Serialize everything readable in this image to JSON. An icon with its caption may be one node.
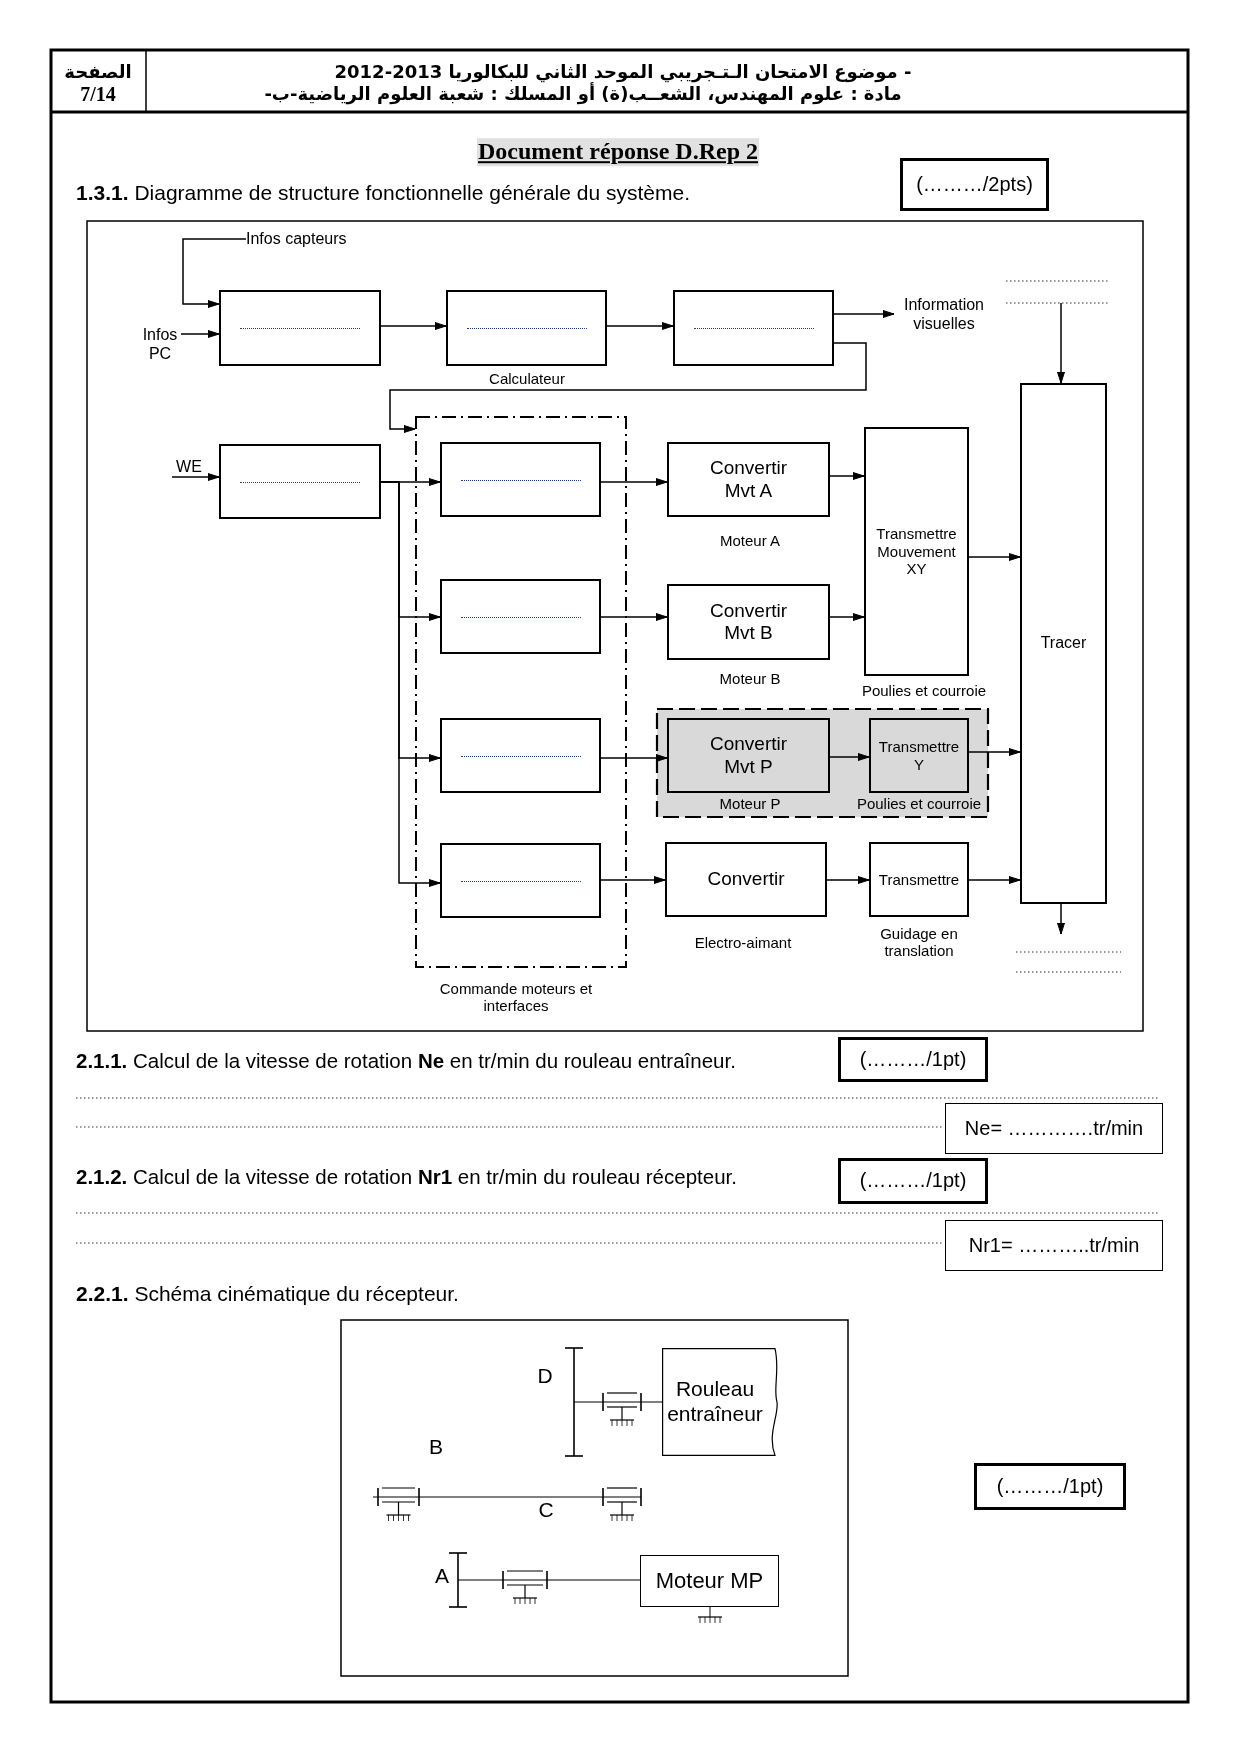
{
  "diagram": {
    "title": "Document réponse D.Rep 2",
    "nodes": [
      {
        "text": [
          "(………/2pts)"
        ]
      },
      {
        "text": [
          "Infos capteurs"
        ]
      },
      {
        "text": [
          "Infos PC"
        ]
      },
      {
        "text": [],
        "shape": "box"
      },
      {
        "text": [],
        "shape": "box",
        "beside": [
          "Calculateur"
        ]
      },
      {
        "text": [],
        "shape": "box"
      },
      {
        "text": [
          "Information visuelles"
        ]
      },
      {
        "text": [
          "WE"
        ]
      },
      {
        "text": [],
        "shape": "box"
      },
      {
        "text": [],
        "shape": "box",
        "beside": [
          "Commande moteurs et interfaces"
        ]
      },
      {
        "text": [],
        "shape": "box",
        "in": 9
      },
      {
        "text": [],
        "shape": "box",
        "in": 9
      },
      {
        "text": [],
        "shape": "box",
        "in": 9
      },
      {
        "text": [],
        "shape": "box",
        "in": 9
      },
      {
        "text": [
          "Convertir Mvt A"
        ],
        "beside": [
          "Moteur  A"
        ]
      },
      {
        "text": [
          "Convertir Mvt B"
        ],
        "beside": [
          "Moteur  B"
        ]
      },
      {
        "text": [
          "Transmettre Mouvement XY"
        ],
        "beside": [
          "Poulies et courroie"
        ]
      },
      {
        "text": [
          "Tracer"
        ]
      },
      {
        "text": [],
        "shape": "box"
      },
      {
        "text": [
          "Convertir Mvt P"
        ],
        "in": 18,
        "beside": [
          "Moteur  P"
        ]
      },
      {
        "text": [
          "Transmettre Y"
        ],
        "in": 18,
        "beside": [
          "Poulies et courroie"
        ]
      },
      {
        "text": [
          "Convertir"
        ],
        "beside": [
          "Electro-aimant"
        ]
      },
      {
        "text": [
          "Transmettre"
        ],
        "beside": [
          "Guidage en translation"
        ]
      },
      {
        "text": [
          "(………/1pt)"
        ]
      },
      {
        "text": [
          "Ne= ………….tr/min"
        ]
      },
      {
        "text": [
          "(………/1pt)"
        ]
      },
      {
        "text": [
          "Nr1= ………..tr/min"
        ]
      },
      {
        "text": [
          "Rouleau entraîneur"
        ]
      },
      {
        "text": [
          "Moteur MP"
        ]
      },
      {
        "text": [
          "(………/1pt)"
        ]
      }
    ],
    "edges": [
      {
        "from": 1,
        "to": 3,
        "arrow": "to"
      },
      {
        "from": 2,
        "to": 3,
        "arrow": "to"
      },
      {
        "from": 3,
        "to": 4,
        "arrow": "to"
      },
      {
        "from": 4,
        "to": 5,
        "arrow": "to"
      },
      {
        "from": 5,
        "to": 6,
        "arrow": "to"
      },
      {
        "from": 5,
        "to": 9,
        "arrow": "to"
      },
      {
        "from": null,
        "to": 17,
        "arrow": "to"
      },
      {
        "from": 7,
        "to": 8,
        "arrow": "to"
      },
      {
        "from": 8,
        "to": 10,
        "arrow": "to"
      },
      {
        "from": 8,
        "to": 11,
        "arrow": "to"
      },
      {
        "from": 8,
        "to": 12,
        "arrow": "to"
      },
      {
        "from": 8,
        "to": 13,
        "arrow": "to"
      },
      {
        "from": 10,
        "to": 14,
        "arrow": "to"
      },
      {
        "from": 11,
        "to": 15,
        "arrow": "to"
      },
      {
        "from": 12,
        "to": 19,
        "arrow": "to"
      },
      {
        "from": 13,
        "to": 21,
        "arrow": "to"
      },
      {
        "from": 14,
        "to": 16,
        "arrow": "to"
      },
      {
        "from": 15,
        "to": 16,
        "arrow": "to"
      },
      {
        "from": 16,
        "to": 17,
        "arrow": "to"
      },
      {
        "from": 19,
        "to": 20,
        "arrow": "to"
      },
      {
        "from": 20,
        "to": 17,
        "arrow": "to"
      },
      {
        "from": 21,
        "to": 22,
        "arrow": "to"
      },
      {
        "from": 22,
        "to": 17,
        "arrow": "to"
      },
      {
        "from": 17,
        "to": null,
        "arrow": "to"
      }
    ],
    "labels": [
      "الصفحة",
      "7/14",
      "- موضوع الامتحان الـتـجريبي الموحد الثاني للبكالوريا 2013-2012",
      "مادة : علوم المهندس، الشعــب(ة) أو المسلك : شعبة العلوم الرياضية-ب-",
      "**1.3.1.** Diagramme de structure fonctionnelle générale du système.",
      "**2.1.1.** Calcul de la vitesse de rotation **Ne** en tr/min du rouleau entraîneur.",
      "**2.1.2.** Calcul de la vitesse de rotation **Nr1** en tr/min du rouleau récepteur.",
      "**2.2.1.** Schéma cinématique du récepteur.",
      "D",
      "B",
      "C",
      "A"
    ]
  }
}
